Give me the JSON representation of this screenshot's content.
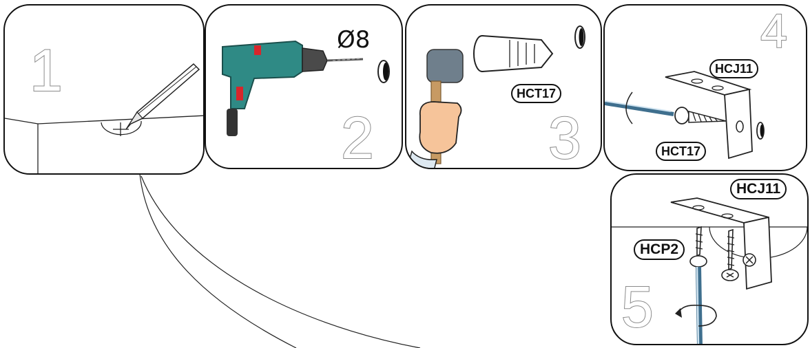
{
  "steps": [
    {
      "number": "1"
    },
    {
      "number": "2",
      "diameter": "Ø8"
    },
    {
      "number": "3",
      "part": "HCT17"
    },
    {
      "number": "4",
      "parts": [
        "HCJ11",
        "HCT17"
      ]
    },
    {
      "number": "5",
      "parts": [
        "HCJ11",
        "HCP2"
      ]
    }
  ],
  "colors": {
    "drill_body": "#2f8a85",
    "drill_trigger": "#d8262b",
    "hammer_head": "#6f7f8c",
    "hand_skin": "#f6c49a",
    "hammer_handle": "#c79a63"
  }
}
